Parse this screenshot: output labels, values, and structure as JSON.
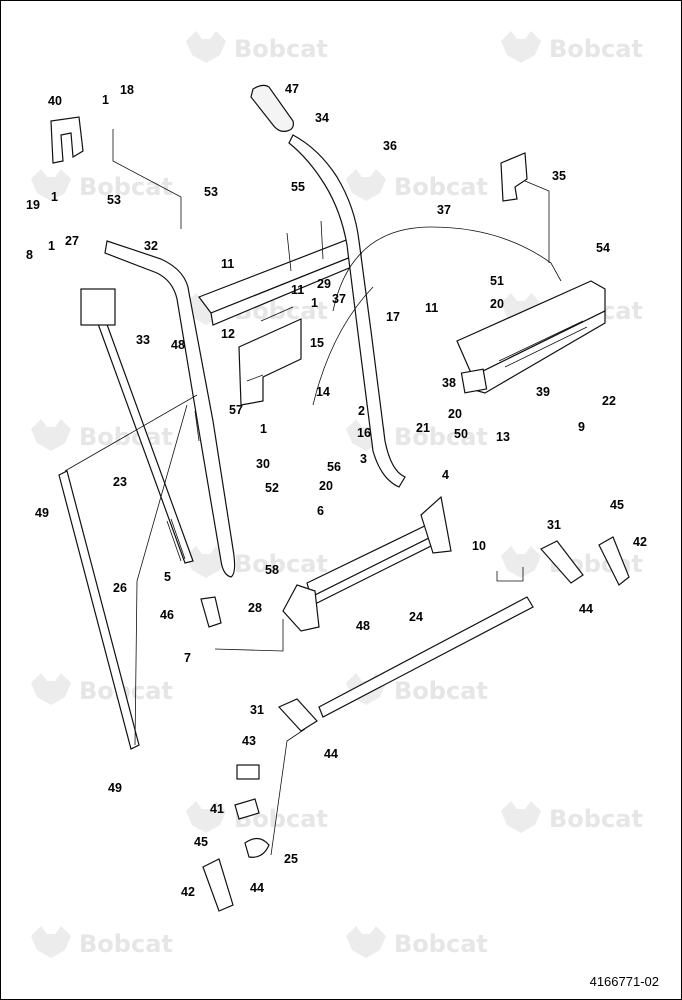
{
  "watermark": {
    "brand": "Bobcat",
    "icon": "bobcat-head-logo"
  },
  "document_number": "4166771-02",
  "callouts": {
    "c40": "40",
    "c1a": "1",
    "c18": "18",
    "c19": "19",
    "c1b": "1",
    "c8": "8",
    "c1c": "1",
    "c27": "27",
    "c53a": "53",
    "c53b": "53",
    "c32": "32",
    "c33": "33",
    "c48a": "48",
    "c23": "23",
    "c49a": "49",
    "c26": "26",
    "c5": "5",
    "c46": "46",
    "c28": "28",
    "c7": "7",
    "c49b": "49",
    "c47": "47",
    "c34": "34",
    "c36": "36",
    "c55": "55",
    "c11a": "11",
    "c11b": "11",
    "c29": "29",
    "c1d": "1",
    "c37a": "37",
    "c12": "12",
    "c15": "15",
    "c57": "57",
    "c14": "14",
    "c2": "2",
    "c1e": "1",
    "c16": "16",
    "c3": "3",
    "c30": "30",
    "c56": "56",
    "c52": "52",
    "c20a": "20",
    "c6": "6",
    "c17": "17",
    "c37b": "37",
    "c35": "35",
    "c54": "54",
    "c51": "51",
    "c20b": "20",
    "c11c": "11",
    "c38": "38",
    "c39": "39",
    "c9": "9",
    "c22": "22",
    "c20c": "20",
    "c50": "50",
    "c13": "13",
    "c21": "21",
    "c4": "4",
    "c10": "10",
    "c31a": "31",
    "c45a": "45",
    "c42a": "42",
    "c44a": "44",
    "c58": "58",
    "c48b": "48",
    "c24": "24",
    "c31b": "31",
    "c44b": "44",
    "c43": "43",
    "c41": "41",
    "c25": "25",
    "c45b": "45",
    "c42b": "42",
    "c44c": "44"
  }
}
